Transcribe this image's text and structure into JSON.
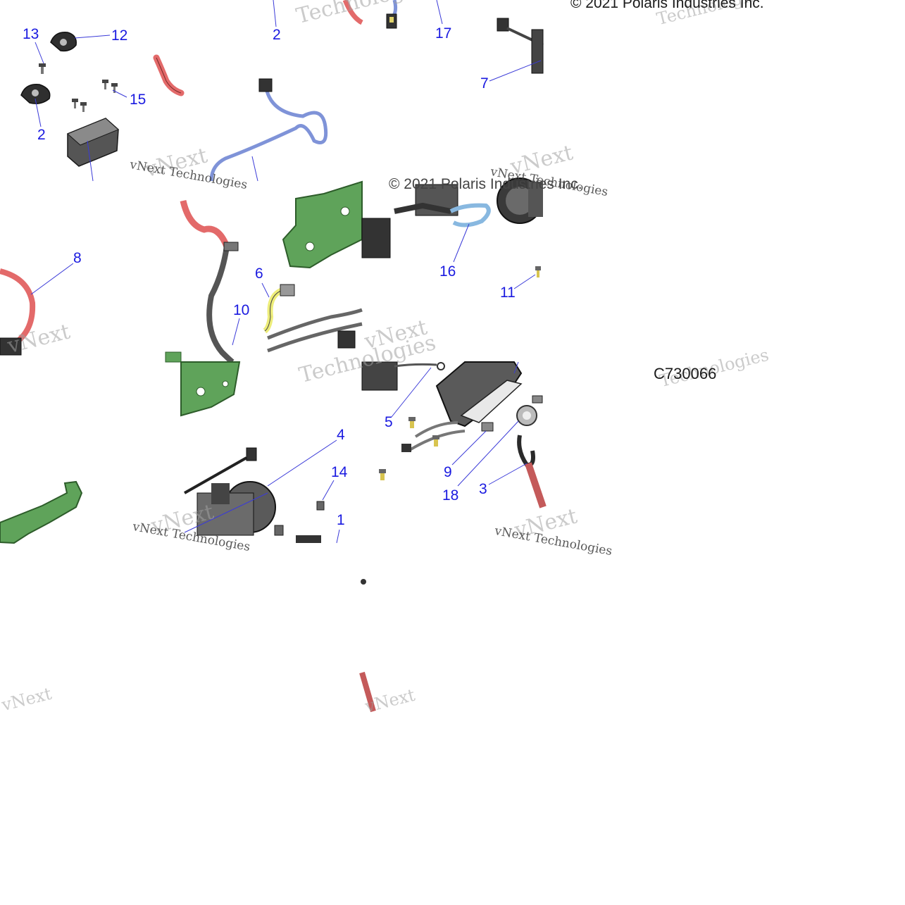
{
  "diagram": {
    "copyright": "© 2021 Polaris Industries Inc.",
    "drawing_code": "C730066",
    "watermark": {
      "brand": "vNext",
      "word": "Technologies",
      "full": "vNext Technologies"
    },
    "callouts": {
      "c1": "1",
      "c2": "2",
      "c3": "3",
      "c4": "4",
      "c5": "5",
      "c6": "6",
      "c7": "7",
      "c8": "8",
      "c9": "9",
      "c10": "10",
      "c11": "11",
      "c12": "12",
      "c13": "13",
      "c14": "14",
      "c15": "15",
      "c16": "16",
      "c17": "17",
      "c18": "18"
    },
    "colors": {
      "callout": "#1a1ae0",
      "leader": "#3a3ad8",
      "bracket_green": "#5fa35a",
      "cable_red": "#e36a6a",
      "cable_blue": "#7f93d8",
      "cable_yellow": "#eded7a",
      "hardware_gray": "#6d6d6d"
    }
  }
}
